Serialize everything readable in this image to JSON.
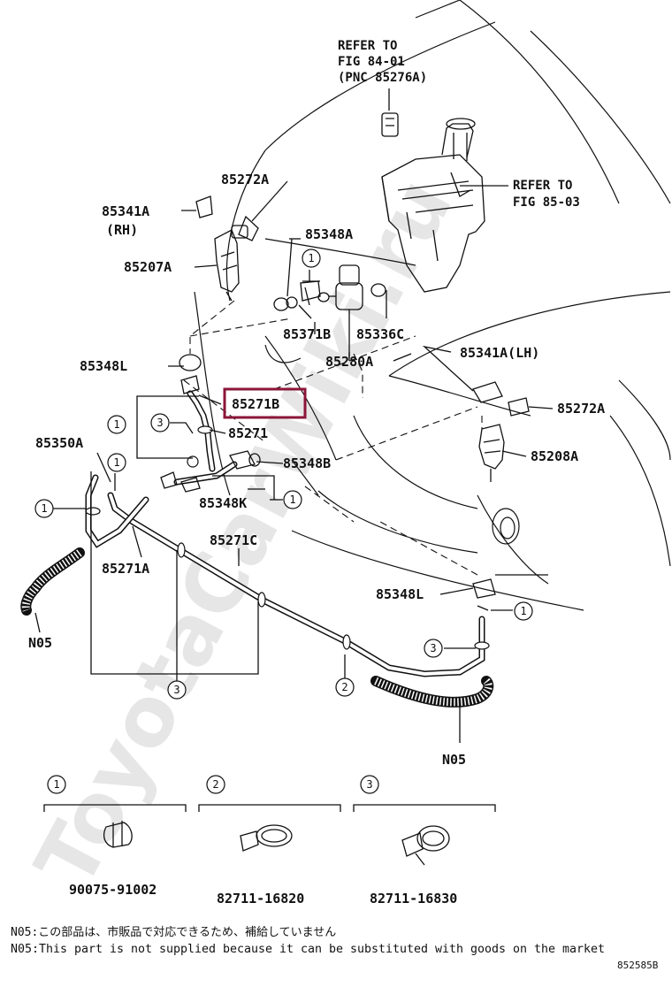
{
  "watermark": "ToyotaCarWiki.ru",
  "refs": {
    "top_line1": "REFER TO",
    "top_line2": "FIG 84-01",
    "top_line3": "(PNC 85276A)",
    "right_line1": "REFER TO",
    "right_line2": "FIG 85-03"
  },
  "parts": {
    "p85272A_top": "85272A",
    "p85341A_rh": "85341A",
    "rh": "(RH)",
    "p85348A": "85348A",
    "p85207A": "85207A",
    "p85371B": "85371B",
    "p85336C": "85336C",
    "p85280A": "85280A",
    "p85341A_lh": "85341A(LH)",
    "p85348L_top": "85348L",
    "p85271B": "85271B",
    "p85272A_right": "85272A",
    "p85271": "85271",
    "p85208A": "85208A",
    "p85350A": "85350A",
    "p85348B": "85348B",
    "p85348K": "85348K",
    "p85271C": "85271C",
    "p85271A": "85271A",
    "p85348L_bottom": "85348L",
    "n05_left": "N05",
    "n05_right": "N05"
  },
  "callouts": [
    "1",
    "2",
    "3"
  ],
  "legend": [
    {
      "num": "1",
      "part": "90075-91002"
    },
    {
      "num": "2",
      "part": "82711-16820"
    },
    {
      "num": "3",
      "part": "82711-16830"
    }
  ],
  "footnote_jp": "N05:この部品は、市販品で対応できるため、補給していません",
  "footnote_en": "N05:This part is not supplied because it can be substituted with goods on the market",
  "figure_code": "852585B",
  "highlight_color": "#8b1538"
}
